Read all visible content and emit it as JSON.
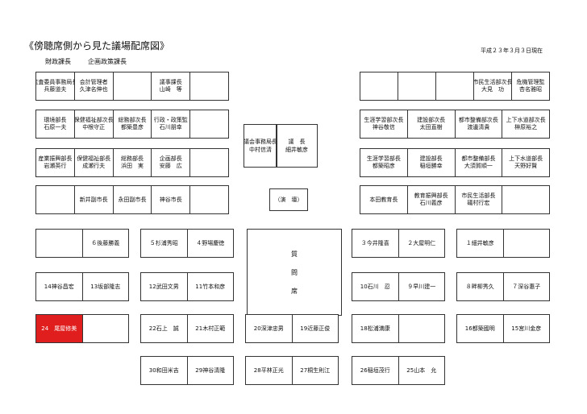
{
  "title": "《傍聴席側から見た議場配席図》",
  "date": "平成２３年３月３日現在",
  "top_roles": [
    "財政課長",
    "企画政策課長"
  ],
  "left_rows": [
    [
      "監査委員事務局長\n兵藤道夫",
      "会計管理者\n久津名伸也",
      "",
      "議事課長\n山崎　等",
      ""
    ],
    [
      "環境部長\n石原一夫",
      "保健福祉部次長\n中根守正",
      "総務部次長\n都築豊彦",
      "行政・政策監\n石川朋幸",
      ""
    ],
    [
      "産業振興部長\n岩瀬英行",
      "保健福祉部長\n成瀬行夫",
      "総務部長\n浜田　実",
      "企画部長\n安藤　広",
      ""
    ],
    [
      "",
      "新井副市長",
      "永田副市長",
      "神谷市長",
      ""
    ]
  ],
  "right_rows": [
    [
      "",
      "",
      "",
      "市民生活部次長\n大見　功",
      "危機管理監\n杏名雅昭"
    ],
    [
      "生涯学習部次長\n神谷敬信",
      "建設部次長\n太田直樹",
      "都市整備部次長\n渡邊清貴",
      "上下水道部次長\n榊原裕之"
    ],
    [
      "生涯学習部長\n都築昭彦",
      "建設部長\n稲垣勝幸",
      "都市整備部長\n大須賀順一",
      "上下水道部長\n天野好賢"
    ],
    [
      "本田教育長",
      "教育振興部長\n石川義彦",
      "市民生活部長\n礒村行宏",
      ""
    ]
  ],
  "center": {
    "clerk": "議会事務局長\n中村信清",
    "chair": "議　長\n細井敏彦",
    "podium": "（演　壇）",
    "question": [
      "質",
      "問",
      "席"
    ]
  },
  "member_rows": {
    "r1": [
      "６後藤勝義",
      "５杉浦秀昭",
      "４野場慶徳",
      "３今井隆喜",
      "２大屋明仁",
      "１細井敏彦"
    ],
    "r2": [
      "14神谷昌宏",
      "13坂部隆志",
      "12武田文男",
      "11竹本和彦",
      "10石川　忍",
      "９早川建一",
      "８畔柳秀久",
      "７深谷惠子"
    ],
    "r3": [
      "24　尾屋修美",
      "22石上　誠",
      "21木村正範",
      "20深津忠男",
      "19近藤正俊",
      "18松浦満康",
      "16都築國明",
      "15宮川金彦"
    ],
    "r4": [
      "30和田米吉",
      "29神谷清隆",
      "28平林正光",
      "27桐生則江",
      "26稲垣茂行",
      "25山本　允"
    ]
  }
}
